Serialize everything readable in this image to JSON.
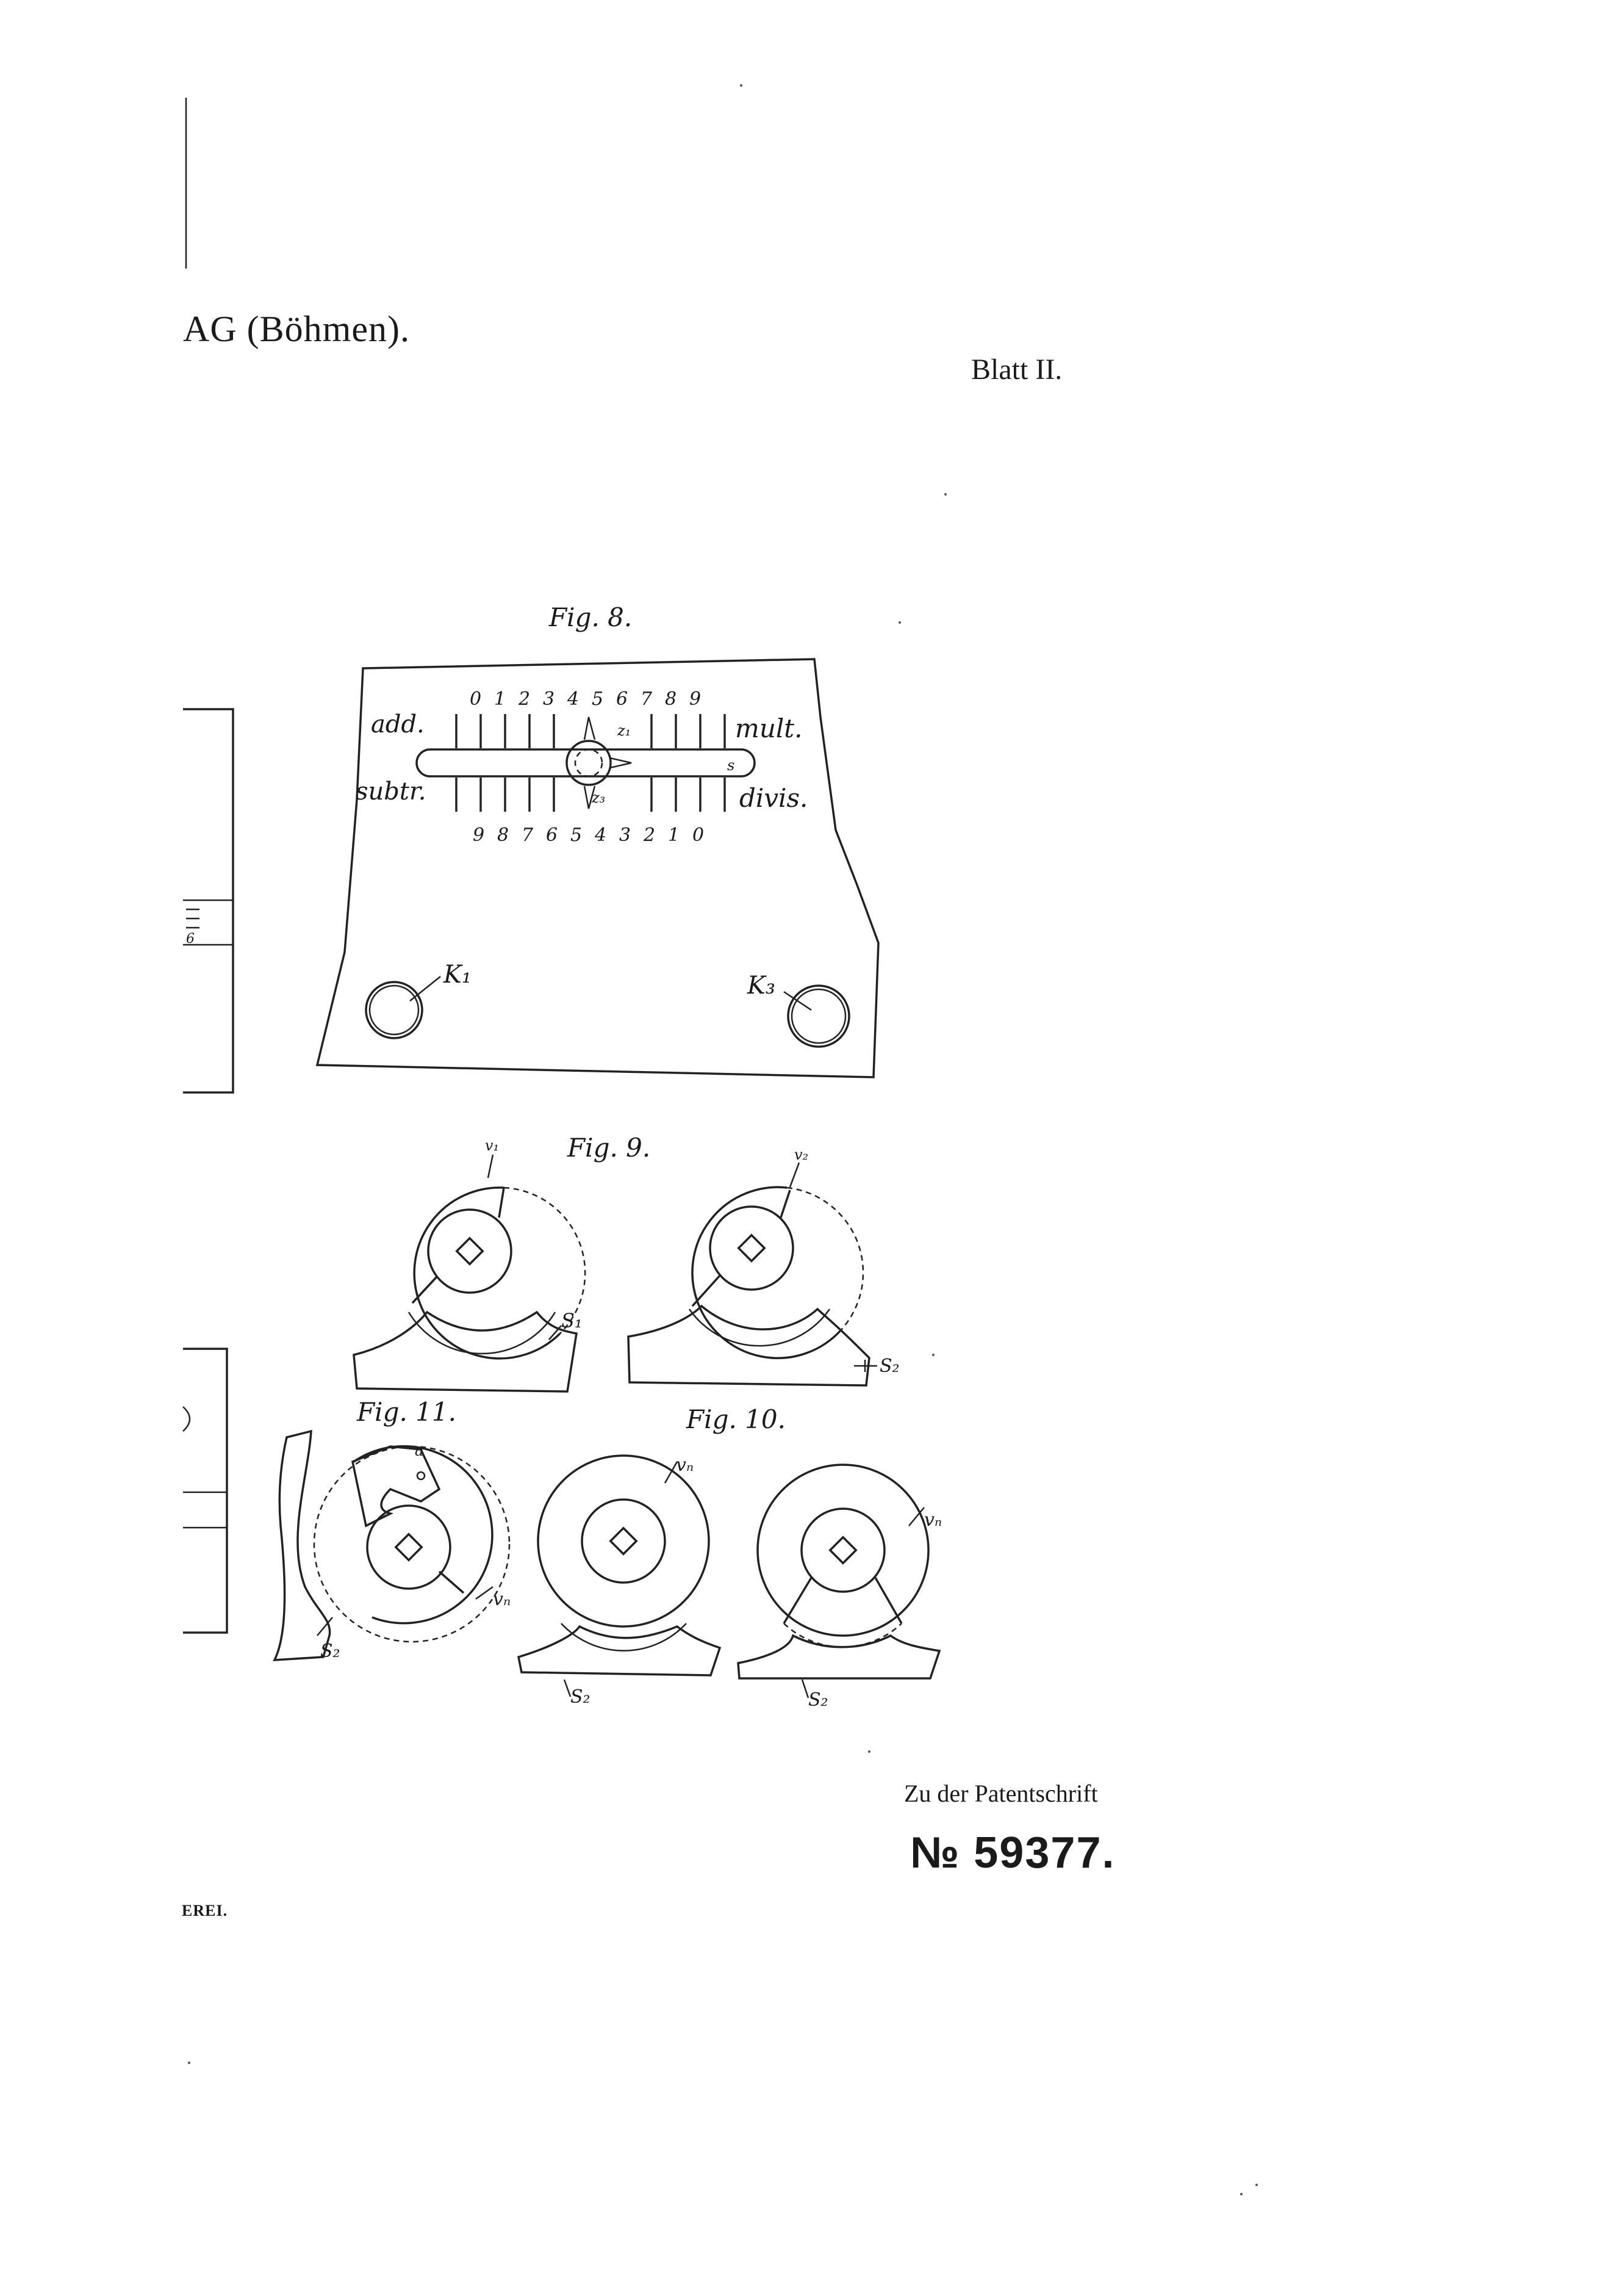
{
  "header": {
    "left_fragment": "AG (Böhmen).",
    "sheet": "Blatt II."
  },
  "figures": {
    "fig8": {
      "title": "Fig. 8.",
      "top_scale": [
        "0",
        "1",
        "2",
        "3",
        "4",
        "5",
        "6",
        "7",
        "8",
        "9"
      ],
      "bottom_scale": [
        "9",
        "8",
        "7",
        "6",
        "5",
        "4",
        "3",
        "2",
        "1",
        "0"
      ],
      "left_top": "add.",
      "left_bottom": "subtr.",
      "right_top": "mult.",
      "right_bottom": "divis.",
      "label_z1": "z₁",
      "label_z3": "z₃",
      "label_s": "s",
      "label_k1": "K₁",
      "label_k3": "K₃"
    },
    "fig9": {
      "title": "Fig. 9.",
      "label_v1": "v₁",
      "label_v2": "v₂",
      "label_s1": "S₁",
      "label_s2": "S₂"
    },
    "fig10": {
      "title": "Fig. 10.",
      "label_vn_a": "vₙ",
      "label_vn_b": "vₙ",
      "label_s2_a": "S₂",
      "label_s2_b": "S₂"
    },
    "fig11": {
      "title": "Fig. 11.",
      "label_a": "a",
      "label_vn": "vₙ",
      "label_s2": "S₂"
    },
    "left_margin_fragment": "6"
  },
  "footer": {
    "caption": "Zu der Patentschrift",
    "patent_number": "№ 59377.",
    "printer_fragment": "EREI."
  }
}
